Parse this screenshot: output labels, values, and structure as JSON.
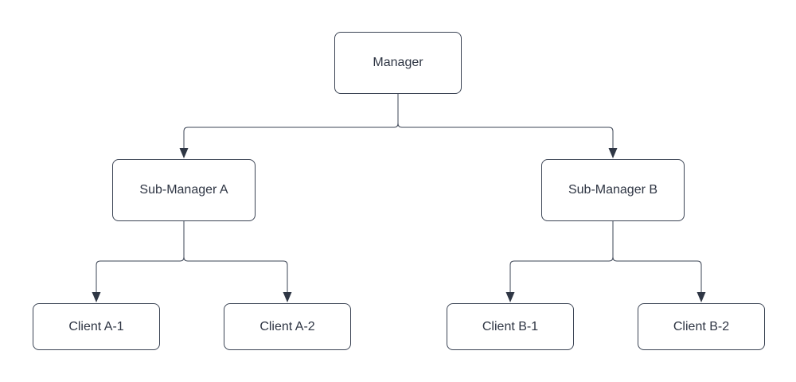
{
  "diagram": {
    "type": "org-chart",
    "nodes": {
      "manager": {
        "label": "Manager"
      },
      "sub_manager_a": {
        "label": "Sub-Manager A"
      },
      "sub_manager_b": {
        "label": "Sub-Manager B"
      },
      "client_a1": {
        "label": "Client A-1"
      },
      "client_a2": {
        "label": "Client A-2"
      },
      "client_b1": {
        "label": "Client B-1"
      },
      "client_b2": {
        "label": "Client B-2"
      }
    },
    "edges": [
      {
        "from": "Manager",
        "to": "Sub-Manager A"
      },
      {
        "from": "Manager",
        "to": "Sub-Manager B"
      },
      {
        "from": "Sub-Manager A",
        "to": "Client A-1"
      },
      {
        "from": "Sub-Manager A",
        "to": "Client A-2"
      },
      {
        "from": "Sub-Manager B",
        "to": "Client B-1"
      },
      {
        "from": "Sub-Manager B",
        "to": "Client B-2"
      }
    ]
  },
  "colors": {
    "background": "#ffffff",
    "node_fill": "#ffffff",
    "node_border": "#3b4454",
    "connector": "#3b4454",
    "arrowhead": "#2f3745",
    "text": "#2e3543"
  }
}
